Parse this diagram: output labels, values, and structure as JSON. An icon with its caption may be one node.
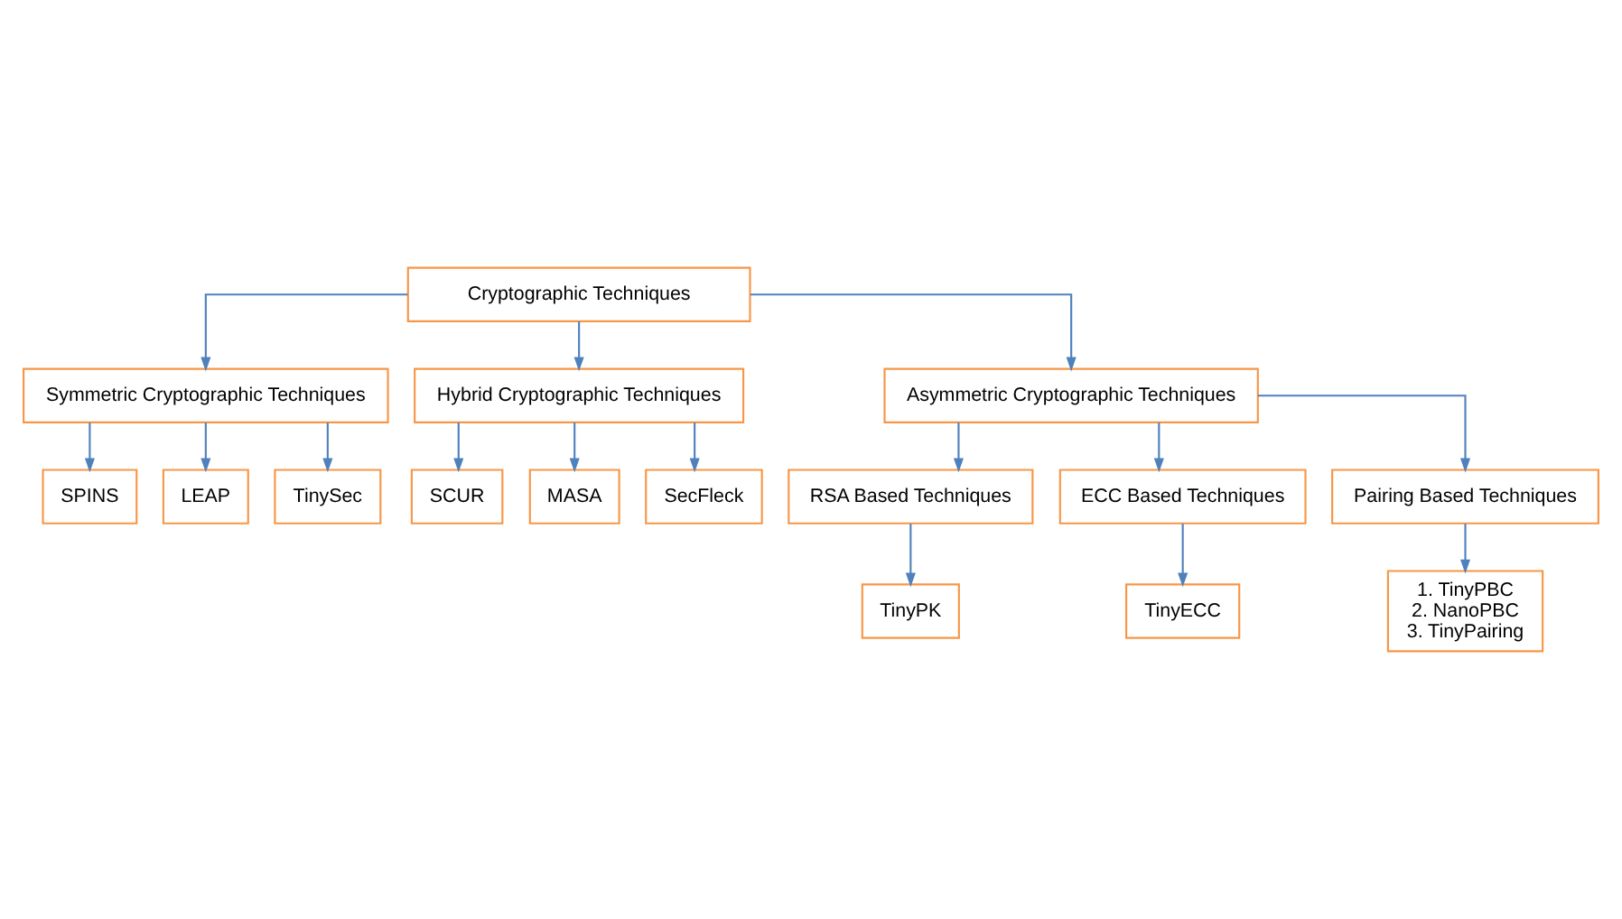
{
  "diagram": {
    "nodes": [
      {
        "text": [
          "Cryptographic Techniques"
        ]
      },
      {
        "text": [
          "Symmetric Cryptographic Techniques"
        ]
      },
      {
        "text": [
          "Hybrid Cryptographic Techniques"
        ]
      },
      {
        "text": [
          "Asymmetric Cryptographic Techniques"
        ]
      },
      {
        "text": [
          "SPINS"
        ]
      },
      {
        "text": [
          "LEAP"
        ]
      },
      {
        "text": [
          "TinySec"
        ]
      },
      {
        "text": [
          "SCUR"
        ]
      },
      {
        "text": [
          "MASA"
        ]
      },
      {
        "text": [
          "SecFleck"
        ]
      },
      {
        "text": [
          "RSA Based Techniques"
        ]
      },
      {
        "text": [
          "ECC Based Techniques"
        ]
      },
      {
        "text": [
          "Pairing Based Techniques"
        ]
      },
      {
        "text": [
          "TinyPK"
        ]
      },
      {
        "text": [
          "TinyECC"
        ]
      },
      {
        "text": [
          "1. TinyPBC",
          "2. NanoPBC",
          "3. TinyPairing"
        ]
      }
    ],
    "edges": [
      {
        "from": 0,
        "to": 1,
        "arrow": "to"
      },
      {
        "from": 0,
        "to": 2,
        "arrow": "to"
      },
      {
        "from": 0,
        "to": 3,
        "arrow": "to"
      },
      {
        "from": 1,
        "to": 4,
        "arrow": "to"
      },
      {
        "from": 1,
        "to": 5,
        "arrow": "to"
      },
      {
        "from": 1,
        "to": 6,
        "arrow": "to"
      },
      {
        "from": 2,
        "to": 7,
        "arrow": "to"
      },
      {
        "from": 2,
        "to": 8,
        "arrow": "to"
      },
      {
        "from": 2,
        "to": 9,
        "arrow": "to"
      },
      {
        "from": 3,
        "to": 10,
        "arrow": "to"
      },
      {
        "from": 3,
        "to": 11,
        "arrow": "to"
      },
      {
        "from": 3,
        "to": 12,
        "arrow": "to"
      },
      {
        "from": 10,
        "to": 13,
        "arrow": "to"
      },
      {
        "from": 11,
        "to": 14,
        "arrow": "to"
      },
      {
        "from": 12,
        "to": 15,
        "arrow": "to"
      }
    ]
  }
}
